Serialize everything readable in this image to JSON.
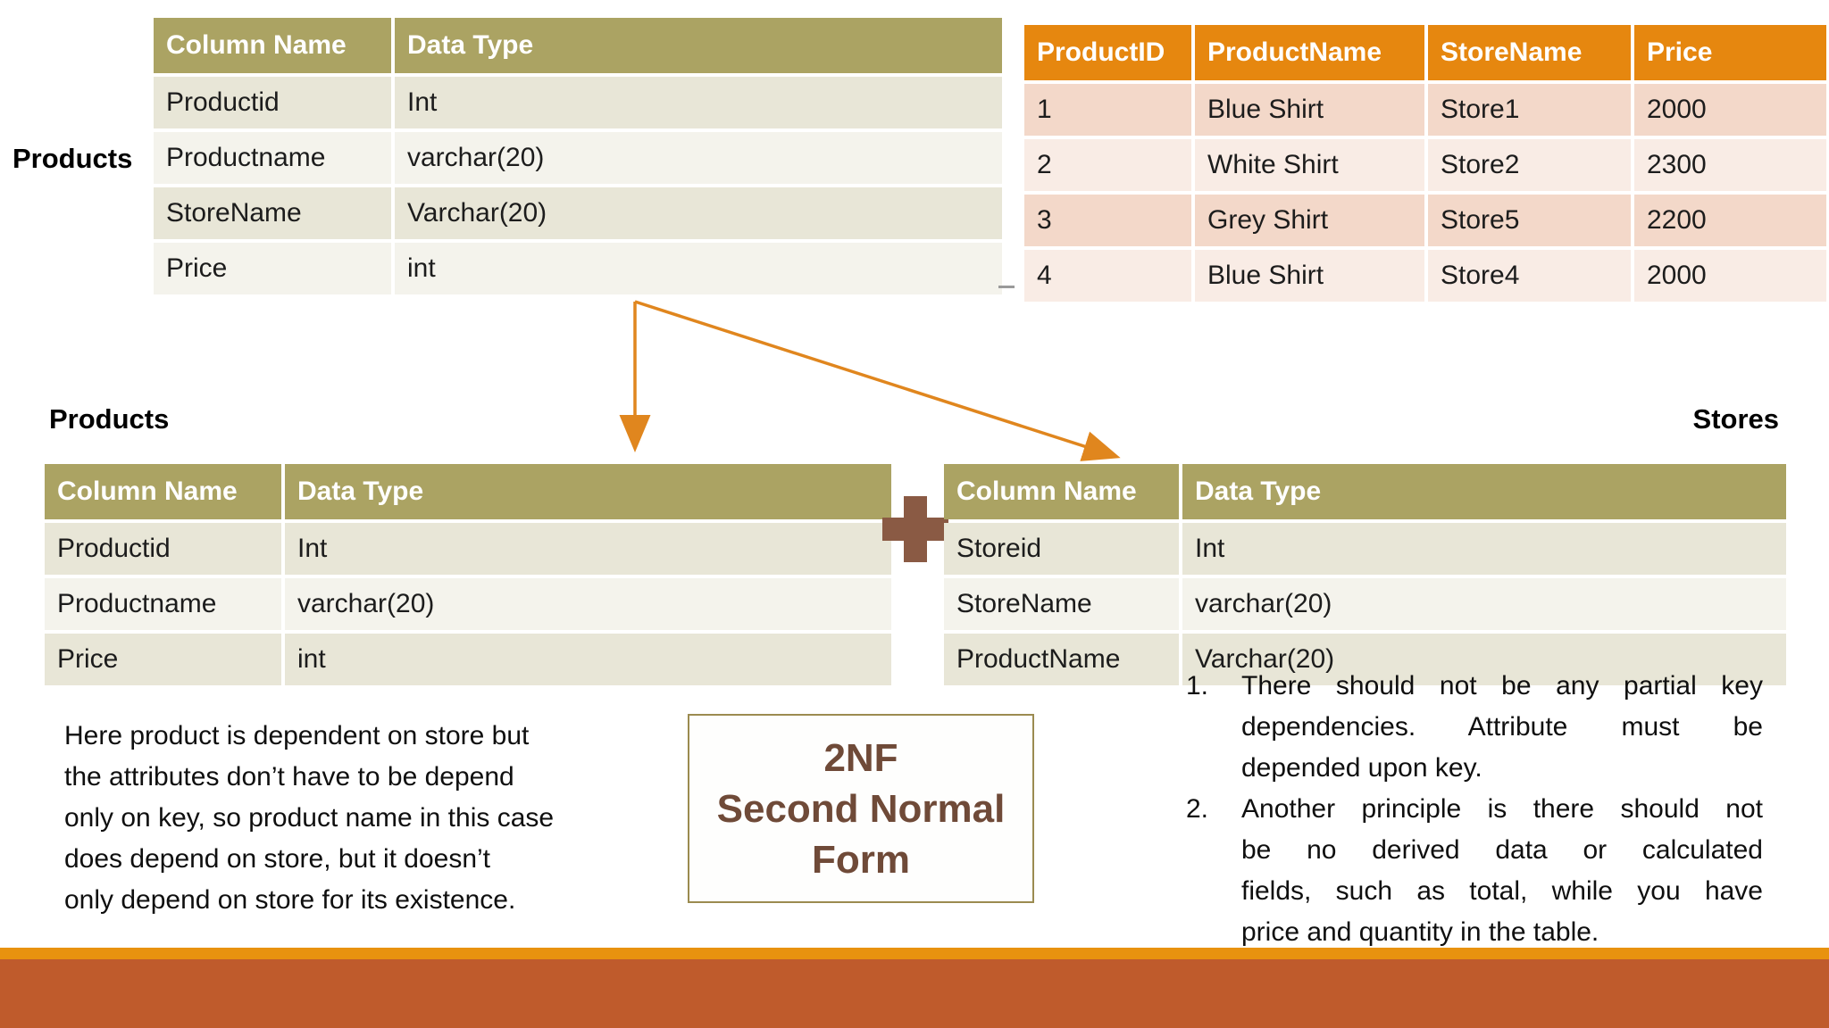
{
  "labels": {
    "products_top": "Products",
    "products_mid": "Products",
    "stores": "Stores"
  },
  "tables": {
    "products_full": {
      "headers": [
        "Column Name",
        "Data Type"
      ],
      "rows": [
        [
          "Productid",
          "Int"
        ],
        [
          "Productname",
          "varchar(20)"
        ],
        [
          "StoreName",
          "Varchar(20)"
        ],
        [
          "Price",
          "int"
        ]
      ]
    },
    "products_data": {
      "headers": [
        "ProductID",
        "ProductName",
        "StoreName",
        "Price"
      ],
      "rows": [
        [
          "1",
          "Blue Shirt",
          "Store1",
          "2000"
        ],
        [
          "2",
          "White Shirt",
          "Store2",
          "2300"
        ],
        [
          "3",
          "Grey Shirt",
          "Store5",
          "2200"
        ],
        [
          "4",
          "Blue Shirt",
          "Store4",
          "2000"
        ]
      ]
    },
    "products_2nf": {
      "headers": [
        "Column Name",
        "Data Type"
      ],
      "rows": [
        [
          "Productid",
          "Int"
        ],
        [
          "Productname",
          "varchar(20)"
        ],
        [
          "Price",
          "int"
        ]
      ]
    },
    "stores_2nf": {
      "headers": [
        "Column Name",
        "Data Type"
      ],
      "rows": [
        [
          "Storeid",
          "Int"
        ],
        [
          "StoreName",
          "varchar(20)"
        ],
        [
          "ProductName",
          "Varchar(20)"
        ]
      ]
    }
  },
  "note_left": {
    "lines": [
      "Here product is dependent on store but",
      "the attributes don’t have to be depend",
      "only on key, so product name in this case",
      "does depend on store, but it doesn’t",
      "only depend on store for its existence."
    ]
  },
  "badge": {
    "lines": [
      "2NF",
      "Second Normal",
      "Form"
    ]
  },
  "principles": [
    {
      "num": "1.",
      "lines": [
        "There should not be any partial key",
        "dependencies.  Attribute  must  be",
        "depended upon key."
      ]
    },
    {
      "num": "2.",
      "lines": [
        "Another principle is there should not",
        "be  no  derived  data  or  calculated",
        "fields, such as total, while you have",
        "price and quantity in the table."
      ]
    }
  ],
  "colors": {
    "olive_header": "#ABA363",
    "olive_row_dark": "#E8E6D7",
    "olive_row_light": "#F4F3EC",
    "orange_header": "#E6870F",
    "orange_row_dark": "#F3D8C9",
    "orange_row_light": "#F9ECE5",
    "arrow": "#E0861E",
    "plus": "#8A5A44",
    "badge_border": "#9B8B50",
    "badge_text": "#6F4A38",
    "bar_orange": "#E8920F",
    "bar_rust": "#BF5B2C"
  }
}
